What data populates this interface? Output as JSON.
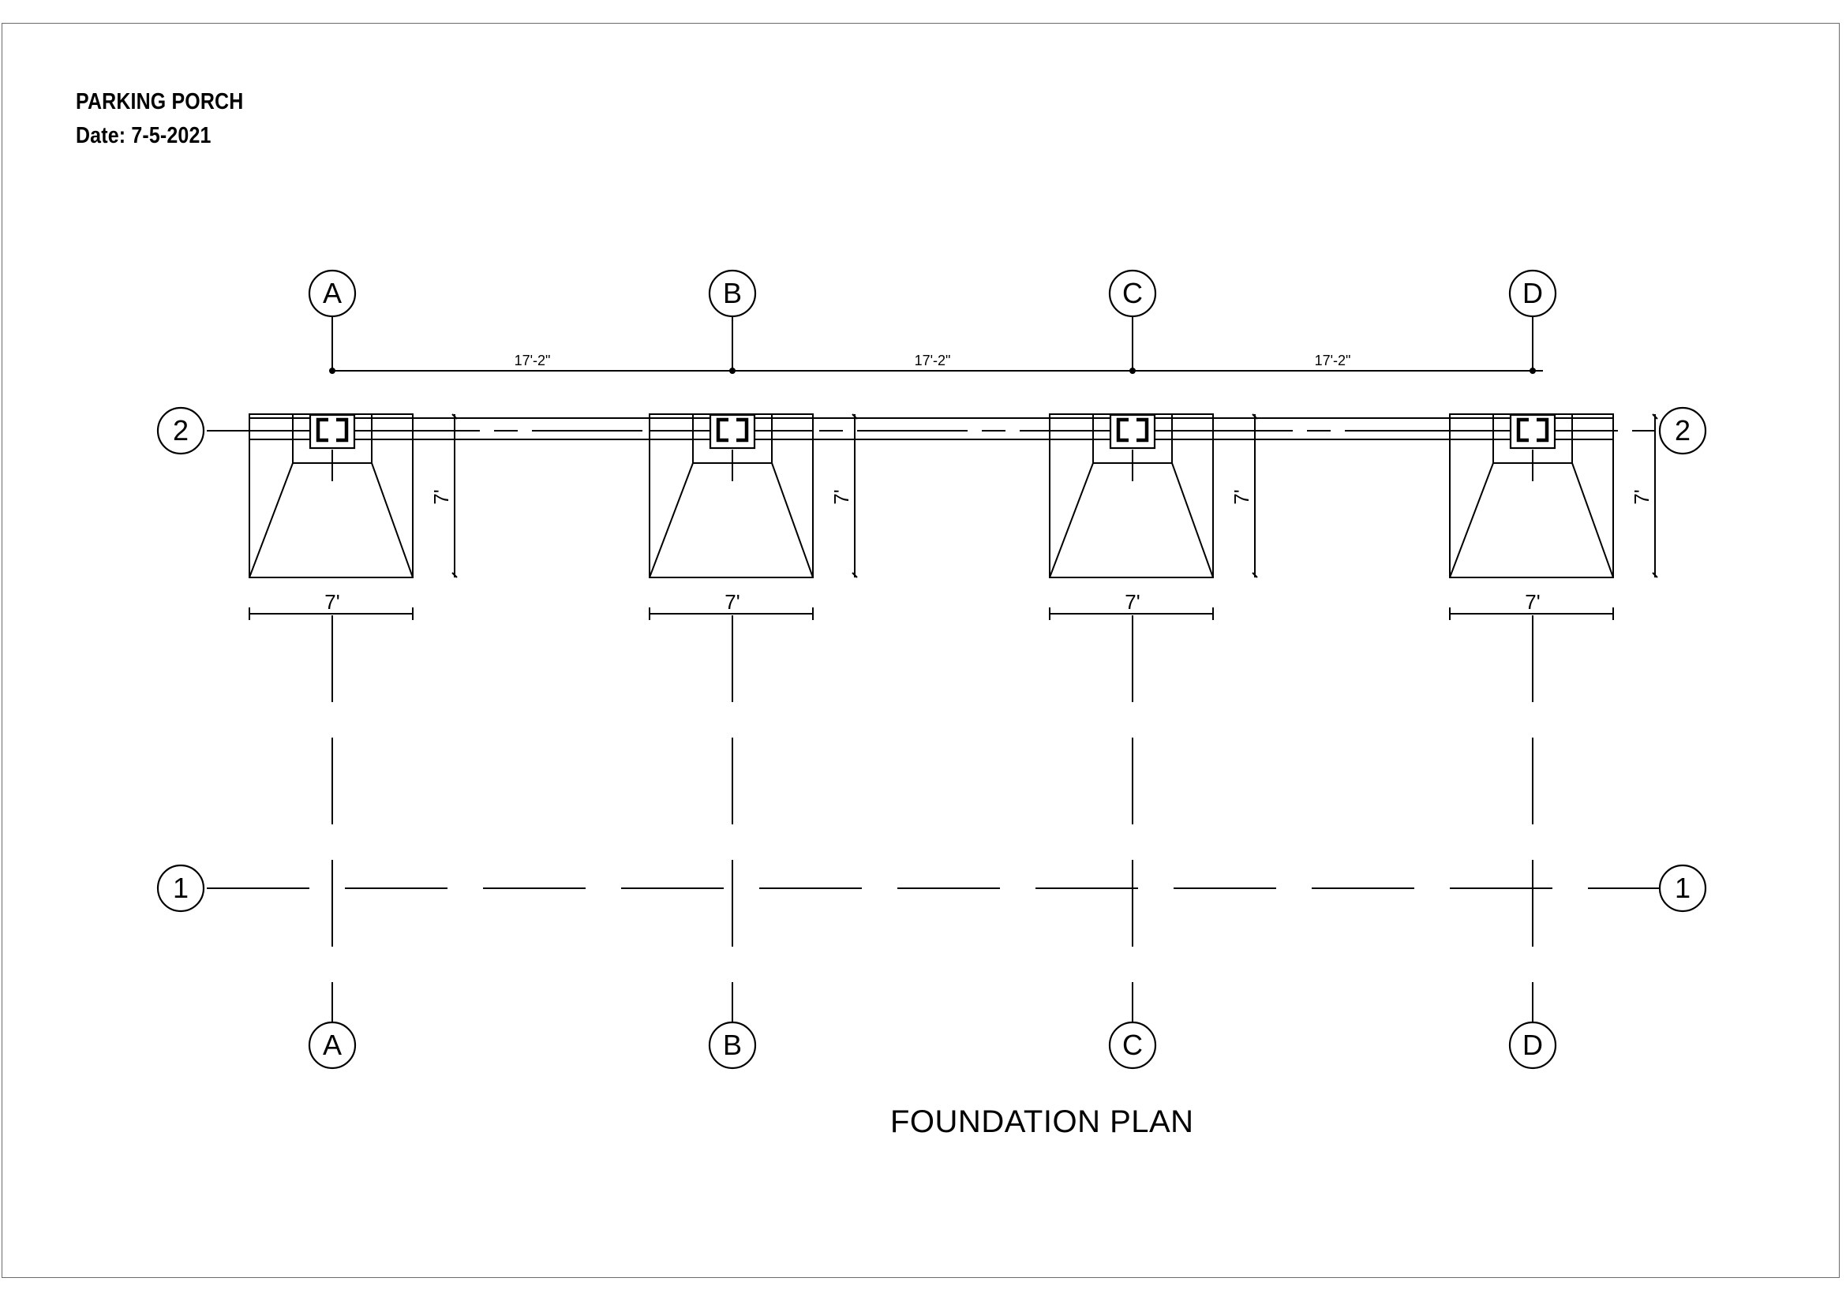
{
  "drawing": {
    "title": "PARKING PORCH",
    "date_label": "Date: 7-5-2021",
    "caption": "FOUNDATION PLAN"
  },
  "grid_columns": [
    {
      "top_label": "A",
      "bottom_label": "A"
    },
    {
      "top_label": "B",
      "bottom_label": "B"
    },
    {
      "top_label": "C",
      "bottom_label": "C"
    },
    {
      "top_label": "D",
      "bottom_label": "D"
    }
  ],
  "grid_rows": [
    {
      "left_label": "2",
      "right_label": "2"
    },
    {
      "left_label": "1",
      "right_label": "1"
    }
  ],
  "spacing_dimensions": [
    "17'-2\"",
    "17'-2\"",
    "17'-2\""
  ],
  "footings": [
    {
      "width_label": "7'",
      "depth_label": "7'"
    },
    {
      "width_label": "7'",
      "depth_label": "7'"
    },
    {
      "width_label": "7'",
      "depth_label": "7'"
    },
    {
      "width_label": "7'",
      "depth_label": "7'"
    }
  ],
  "colors": {
    "line": "#000000",
    "border": "#6a6a6a",
    "background": "#ffffff"
  }
}
